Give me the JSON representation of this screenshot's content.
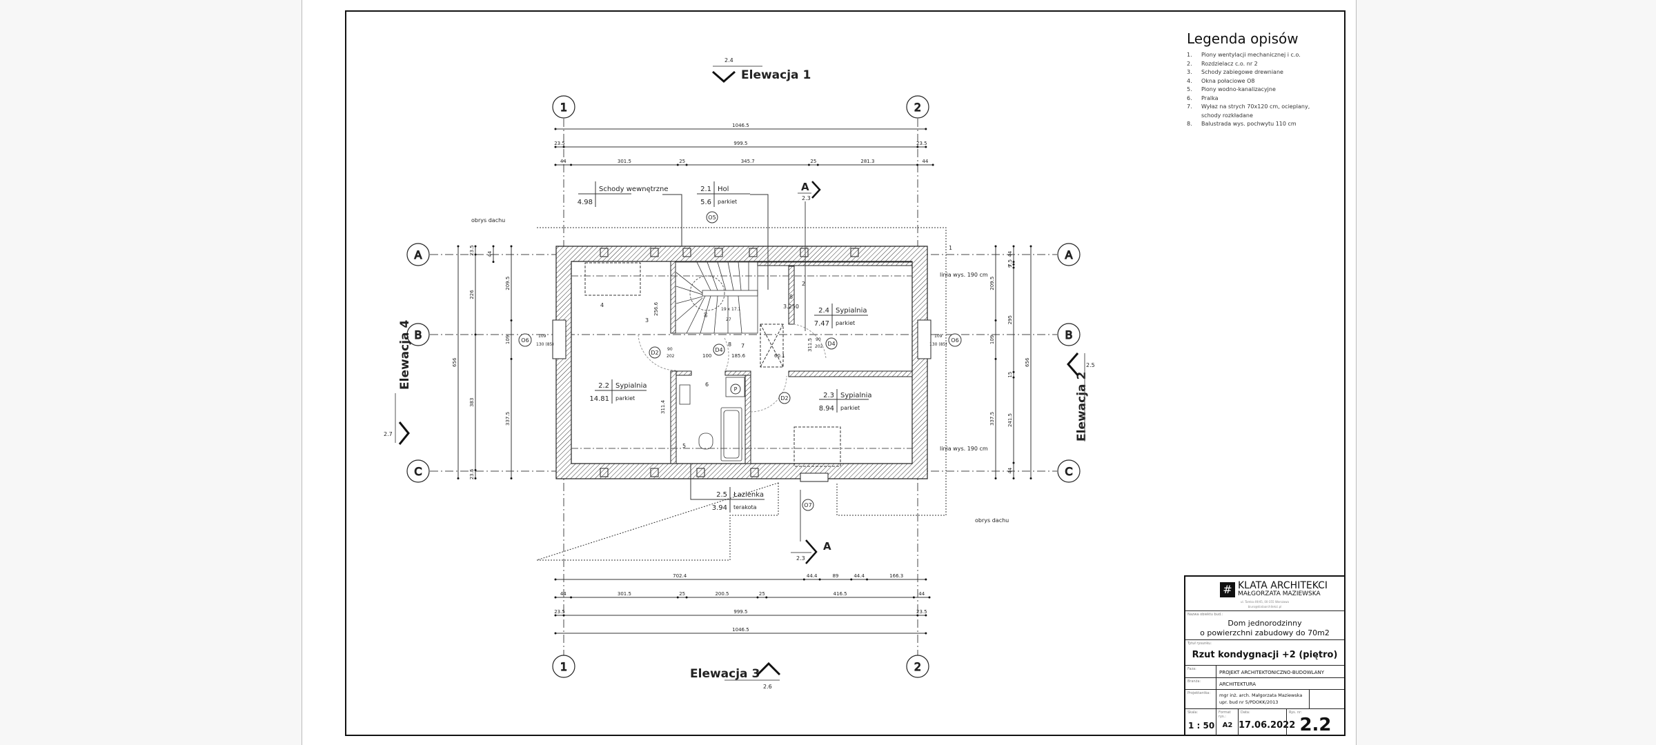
{
  "legend": {
    "title": "Legenda opisów",
    "items": [
      {
        "n": "1.",
        "t": "Piony wentylacji mechanicznej i c.o."
      },
      {
        "n": "2.",
        "t": "Rozdzielacz c.o. nr 2"
      },
      {
        "n": "3.",
        "t": "Schody zabiegowe drewniane"
      },
      {
        "n": "4.",
        "t": "Okna połaciowe O8"
      },
      {
        "n": "5.",
        "t": "Piony wodno-kanalizacyjne"
      },
      {
        "n": "6.",
        "t": "Pralka"
      },
      {
        "n": "7.",
        "t": "Wyłaz na strych 70x120 cm, ocieplany,"
      },
      {
        "n": "",
        "t": "schody rozkładane"
      },
      {
        "n": "8.",
        "t": "Balustrada wys. pochwytu 110 cm"
      }
    ]
  },
  "title_block": {
    "company": "KLATA  ARCHITEKCI",
    "person": "MAŁGORZATA MAZIEWSKA",
    "logo_mark": "#",
    "address": "ul. Tamka 49/45, 00-355 Warszawa",
    "email": "biuro@klataarchitekci.pl",
    "object_label": "Nazwa obiektu bud.:",
    "object_l1": "Dom jednorodzinny",
    "object_l2": "o powierzchni zabudowy do 70m2",
    "drawing_label": "Tytuł rysunku:",
    "drawing_title": "Rzut kondygnacji +2 (piętro)",
    "phase_label": "Faza:",
    "phase": "PROJEKT ARCHITEKTONICZNO-BUDOWLANY",
    "branch_label": "Branża:",
    "branch": "ARCHITEKTURA",
    "designer_label": "Projektantka:",
    "designer_l1": "mgr inż. arch. Małgorzata Maziewska",
    "designer_l2": "upr. bud nr 5/PDOKK/2013",
    "scale_label": "Skala:",
    "scale": "1 : 50",
    "format_label": "Format rys.:",
    "format": "A2",
    "date_label": "Data:",
    "date": "17.06.2022",
    "sheet_label": "Rys. nr:",
    "sheet": "2.2"
  },
  "axes": {
    "columns": [
      "1",
      "2"
    ],
    "rows": [
      "A",
      "B",
      "C"
    ]
  },
  "elevations": {
    "e1": "Elewacja 1",
    "e1_ref": "2.4",
    "e2": "Elewacja 2",
    "e2_ref": "2.5",
    "e3": "Elewacja 3",
    "e3_ref": "2.6",
    "e4": "Elewacja 4",
    "e4_ref": "2.7"
  },
  "section": {
    "label": "A",
    "ref": "2.3"
  },
  "rooms": [
    {
      "no": "",
      "name": "Schody wewnętrzne",
      "area": "4.98",
      "finish": ""
    },
    {
      "no": "2.1",
      "name": "Hol",
      "area": "5.6",
      "finish": "parkiet"
    },
    {
      "no": "2.2",
      "name": "Sypialnia",
      "area": "14.81",
      "finish": "parkiet"
    },
    {
      "no": "2.3",
      "name": "Sypialnia",
      "area": "8.94",
      "finish": "parkiet"
    },
    {
      "no": "2.4",
      "name": "Sypialnia",
      "area": "7.47",
      "finish": "parkiet"
    },
    {
      "no": "2.5",
      "name": "Łazienka",
      "area": "3.94",
      "finish": "terakota"
    }
  ],
  "annotations": {
    "roof": "obrys dachu",
    "height_line": "linia wys. 190 cm",
    "o5": "O5",
    "o6": "O6",
    "o7": "O7",
    "d2": "D2",
    "d4": "D4",
    "p": "P",
    "n1": "1",
    "n2": "2",
    "n3": "3",
    "n4": "4",
    "n5": "5",
    "n6": "6",
    "n7": "7",
    "n8": "8",
    "level": "3.250",
    "win_w": "109",
    "win_h": "130 (85)",
    "door_w": "90",
    "door_h": "202",
    "d100": "100",
    "d185": "185.6",
    "d60": "60.1",
    "d256": "256.6",
    "d311": "311.4",
    "d3115": "311.5",
    "d80": "80",
    "stair": "19 x 17.1",
    "d27": "27"
  },
  "dims": {
    "top": [
      [
        1046.5
      ],
      [
        23.5,
        999.5,
        23.5
      ],
      [
        44,
        301.5,
        25,
        345.7,
        25,
        281.3,
        44
      ]
    ],
    "bottom": [
      [
        702.4,
        44.4,
        89,
        44.4,
        166.3
      ],
      [
        44,
        301.5,
        25,
        200.5,
        25,
        416.5,
        44
      ],
      [
        23.5,
        999.5,
        23.5
      ],
      [
        1046.5
      ]
    ],
    "left": [
      [
        656
      ],
      [
        23.5,
        226,
        383,
        23.5
      ],
      [
        44
      ],
      [
        209.5,
        109,
        337.5
      ]
    ],
    "right": [
      [
        209.5,
        109,
        337.5
      ],
      [
        44,
        7.5,
        9,
        295,
        15,
        241.5,
        44
      ],
      [
        656
      ]
    ]
  }
}
